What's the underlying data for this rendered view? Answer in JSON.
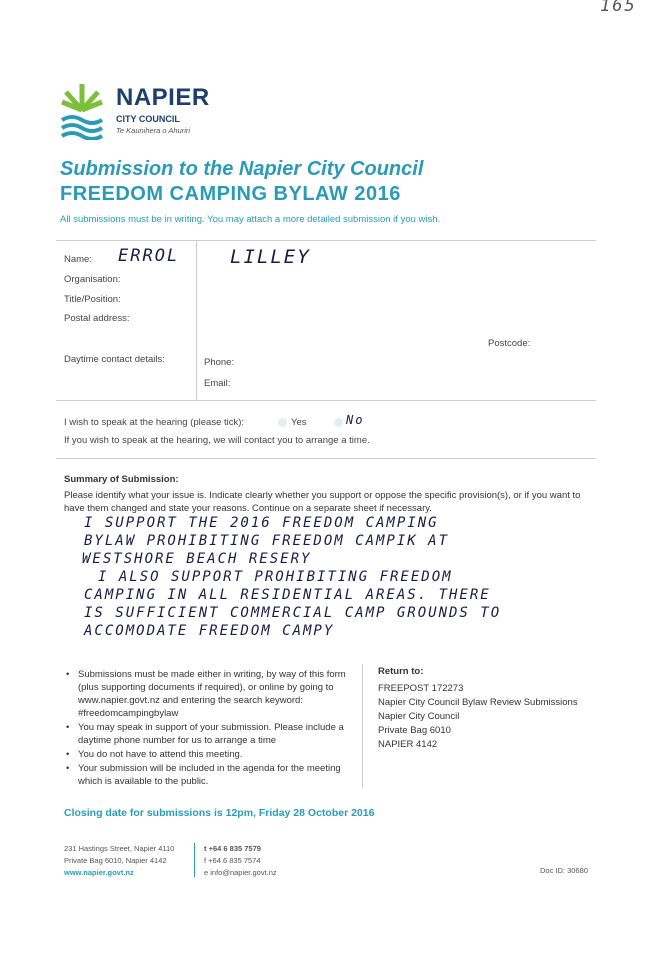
{
  "page_number": "165",
  "logo": {
    "name": "NAPIER",
    "sub": "CITY COUNCIL",
    "tagline": "Te Kaunihera o Ahuriri"
  },
  "title": {
    "line1": "Submission to the Napier City Council",
    "line2": "FREEDOM CAMPING BYLAW 2016"
  },
  "intro": "All submissions must be in writing. You may attach a more detailed submission if you wish.",
  "form": {
    "name_label": "Name:",
    "name_first": "ERROL",
    "name_last": "LILLEY",
    "organisation_label": "Organisation:",
    "title_label": "Title/Position:",
    "postal_label": "Postal address:",
    "postcode_label": "Postcode:",
    "daytime_label": "Daytime contact details:",
    "phone_label": "Phone:",
    "email_label": "Email:"
  },
  "hearing": {
    "question": "I wish to speak at the hearing (please tick):",
    "yes": "Yes",
    "no": "No",
    "note": "If you wish to speak at the hearing, we will contact you to arrange a time."
  },
  "summary": {
    "heading": "Summary of Submission:",
    "instructions": "Please identify what your issue is. Indicate clearly whether you support or oppose the specific provision(s), or if you want to have them changed and state your reasons. Continue on a separate sheet if necessary.",
    "handwritten": [
      "I SUPPORT THE 2016 FREEDOM CAMPING",
      "BYLAW PROHIBITING FREEDOM CAMPIK AT",
      "WESTSHORE BEACH RESERY",
      "I ALSO SUPPORT PROHIBITING FREEDOM",
      "CAMPING IN ALL RESIDENTIAL AREAS. THERE",
      "IS SUFFICIENT COMMERCIAL CAMP GROUNDS TO",
      "ACCOMODATE FREEDOM CAMPY"
    ]
  },
  "bullets": [
    "Submissions must be made either in writing, by way of this form (plus supporting documents if required), or online by going to www.napier.govt.nz and entering the search keyword: #freedomcampingbylaw",
    "You may speak in support of your submission. Please include a daytime phone number for us to arrange a time",
    "You do not have to attend this meeting.",
    "Your submission will be included in the agenda for the meeting which is available to the public."
  ],
  "return_to": {
    "heading": "Return to:",
    "lines": [
      "FREEPOST 172273",
      "Napier City Council Bylaw Review Submissions",
      "Napier City Council",
      "Private Bag 6010",
      "NAPIER 4142"
    ]
  },
  "closing": "Closing date for submissions is 12pm, Friday 28 October 2016",
  "footer": {
    "address1": "231 Hastings Street, Napier 4110",
    "address2": "Private Bag 6010, Napier 4142",
    "web": "www.napier.govt.nz",
    "phone_t": "t +64 6 835 7579",
    "phone_f": "f +64 6 835 7574",
    "email": "e info@napier.govt.nz",
    "doc_id": "Doc ID: 30680"
  },
  "colors": {
    "teal": "#2a9bb7",
    "green": "#7bbf3a",
    "navy": "#1c3f6e"
  }
}
